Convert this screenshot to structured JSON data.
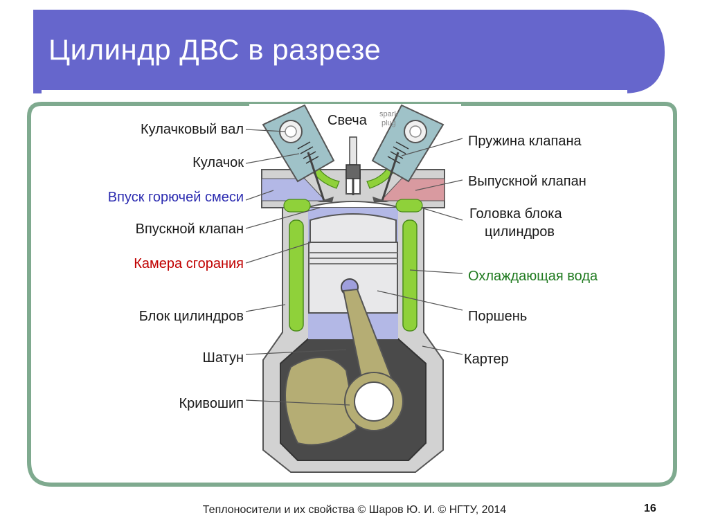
{
  "slide": {
    "title": "Цилиндр ДВС в разрезе",
    "footer": "Теплоносители и их свойства © Шаров Ю. И. © НГТУ, 2014",
    "page_number": "16"
  },
  "colors": {
    "header_band": "#6666cc",
    "frame_border": "#7faa8f",
    "intake_label": "#2b2bb0",
    "combustion_label": "#c00000",
    "coolant_label": "#1f7a1f",
    "coolant_fill": "#8fd13a",
    "block_fill": "#d2d2d2",
    "valve_cover": "#9fc2c8",
    "chamber_fill": "#b3b8e6",
    "crankcase_fill": "#4a4a4a",
    "rod_fill": "#b5ad74"
  },
  "labels": {
    "spark_plug": "Свеча",
    "spark_plug_tag_1": "spark",
    "spark_plug_tag_2": "plug",
    "camshaft": "Кулачковый вал",
    "cam": "Кулачок",
    "intake_mixture": "Впуск горючей смеси",
    "intake_valve": "Впускной клапан",
    "combustion_chamber": "Камера сгорания",
    "cylinder_block": "Блок цилиндров",
    "connecting_rod": "Шатун",
    "crankshaft": "Кривошип",
    "valve_spring": "Пружина клапана",
    "exhaust_valve": "Выпускной клапан",
    "cylinder_head_line1": "Головка блока",
    "cylinder_head_line2": "цилиндров",
    "cooling_water": "Охлаждающая вода",
    "piston": "Поршень",
    "crankcase": "Картер"
  }
}
